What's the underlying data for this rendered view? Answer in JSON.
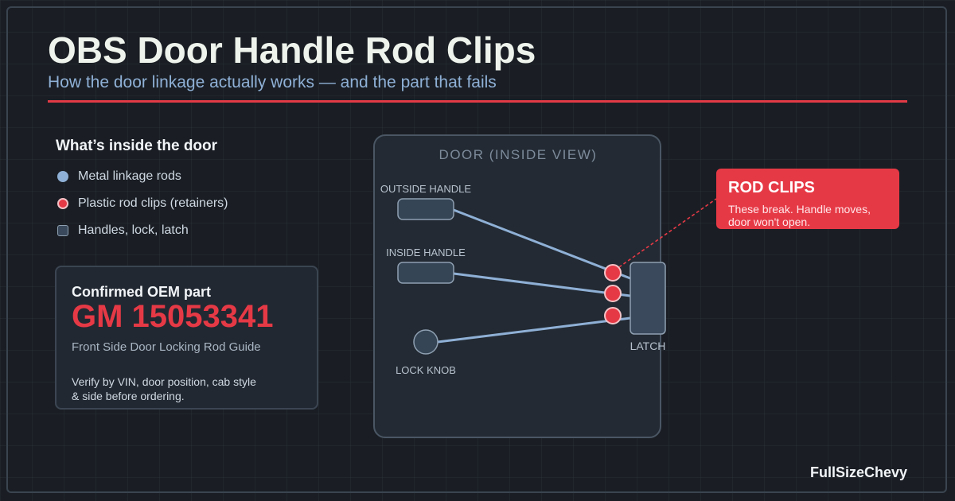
{
  "header": {
    "title": "OBS Door Handle Rod Clips",
    "subtitle": "How the door linkage actually works — and the part that fails"
  },
  "legend": {
    "heading": "What’s inside the door",
    "items": [
      {
        "label": "Metal linkage rods",
        "icon": "rod-swatch",
        "color": "#8fb0d6"
      },
      {
        "label": "Plastic rod clips (retainers)",
        "icon": "clip-swatch",
        "color": "#e63946"
      },
      {
        "label": "Handles, lock, latch",
        "icon": "hardware-swatch",
        "color": "#3a4a5c"
      }
    ]
  },
  "oem": {
    "label": "Confirmed OEM part",
    "part_number": "GM 15053341",
    "description": "Front Side Door Locking Rod Guide",
    "note": "Verify by VIN, door position, cab style & side before ordering."
  },
  "diagram": {
    "panel_title": "DOOR (INSIDE VIEW)",
    "labels": {
      "outside_handle": "OUTSIDE HANDLE",
      "inside_handle": "INSIDE HANDLE",
      "lock_knob": "LOCK KNOB",
      "latch": "LATCH"
    }
  },
  "callout": {
    "title": "ROD CLIPS",
    "text": "These break. Handle moves, door won't open."
  },
  "footer": {
    "brand": "FullSizeChevy"
  },
  "colors": {
    "accent": "#e63946",
    "rod": "#8fb0d6",
    "background": "#1a1e24",
    "panel": "#232a33"
  }
}
